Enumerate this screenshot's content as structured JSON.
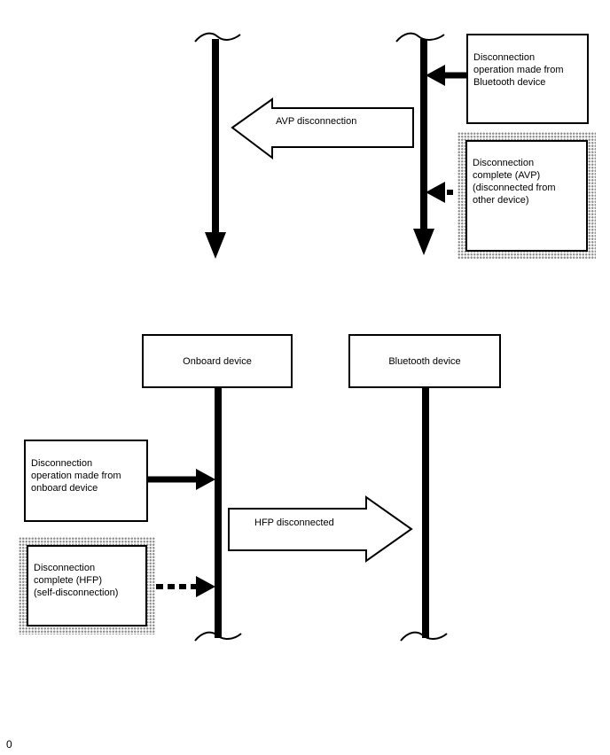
{
  "page": {
    "footer_text": "0"
  },
  "colors": {
    "ink": "#000000",
    "paper": "#ffffff",
    "shade_dot": "#8f8f8f"
  },
  "diagram": {
    "top_sequence": {
      "operation_box": "Disconnection\noperation made from\nBluetooth device",
      "complete_box": "Disconnection\ncomplete (AVP)\n(disconnected from\nother device)",
      "big_arrow_label": "AVP disconnection",
      "big_arrow_direction": "left",
      "messages": [
        {
          "name": "disconnection-operation",
          "style": "solid-arrow",
          "to": "bluetooth-lifeline"
        },
        {
          "name": "disconnection-complete",
          "style": "dashed-arrow",
          "to": "bluetooth-lifeline"
        }
      ]
    },
    "bottom_sequence": {
      "lifelines": [
        {
          "label": "Onboard device"
        },
        {
          "label": "Bluetooth device"
        }
      ],
      "operation_box": "Disconnection\noperation made from\nonboard device",
      "complete_box": "Disconnection\ncomplete (HFP)\n(self-disconnection)",
      "big_arrow_label": "HFP disconnected",
      "big_arrow_direction": "right",
      "messages": [
        {
          "name": "disconnection-operation",
          "style": "solid-arrow",
          "to": "onboard-lifeline"
        },
        {
          "name": "disconnection-complete",
          "style": "dashed-arrow",
          "to": "onboard-lifeline"
        }
      ]
    }
  }
}
